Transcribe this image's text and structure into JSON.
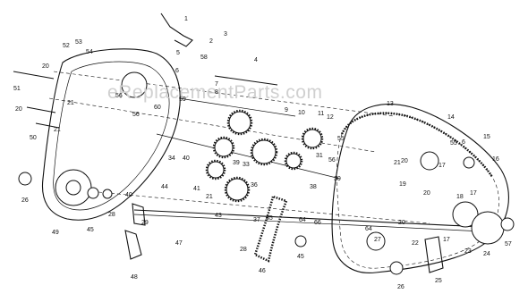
{
  "watermark": "eReplacementParts.com",
  "callouts": [
    "1",
    "2",
    "3",
    "4",
    "5",
    "6",
    "7",
    "8",
    "9",
    "10",
    "11",
    "12",
    "13",
    "14",
    "15",
    "16",
    "17",
    "18",
    "19",
    "20",
    "21",
    "22",
    "23",
    "24",
    "25",
    "26",
    "27",
    "28",
    "29",
    "30",
    "31",
    "33",
    "34",
    "35",
    "36",
    "37",
    "38",
    "39",
    "40",
    "41",
    "43",
    "44",
    "45",
    "46",
    "47",
    "48",
    "49",
    "50",
    "51",
    "52",
    "53",
    "54",
    "55",
    "56",
    "57",
    "58",
    "59",
    "60",
    "64",
    "66"
  ]
}
